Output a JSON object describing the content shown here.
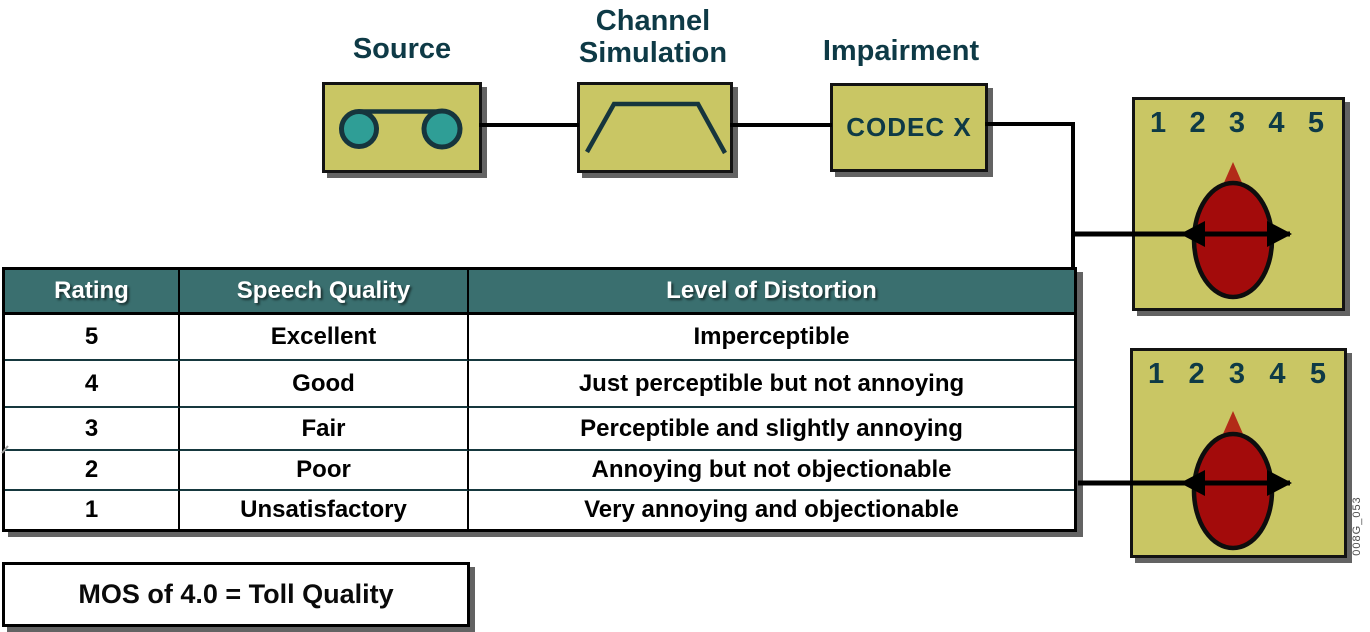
{
  "flow": {
    "source": {
      "label": "Source"
    },
    "channel": {
      "label_line1": "Channel",
      "label_line2": "Simulation"
    },
    "impairment": {
      "label": "Impairment",
      "codec": "CODEC X"
    }
  },
  "dial": {
    "scale": [
      "1",
      "2",
      "3",
      "4",
      "5"
    ]
  },
  "table": {
    "headers": [
      "Rating",
      "Speech Quality",
      "Level of Distortion"
    ],
    "rows": [
      [
        "5",
        "Excellent",
        "Imperceptible"
      ],
      [
        "4",
        "Good",
        "Just perceptible but not annoying"
      ],
      [
        "3",
        "Fair",
        "Perceptible and slightly annoying"
      ],
      [
        "2",
        "Poor",
        "Annoying but not objectionable"
      ],
      [
        "1",
        "Unsatisfactory",
        "Very annoying and objectionable"
      ]
    ]
  },
  "footer": {
    "note": "MOS of 4.0 = Toll Quality"
  },
  "watermark": "008G_053",
  "colors": {
    "box_fill": "#c9c664",
    "text_dark": "#0e3a46",
    "icon_dark": "#16353d",
    "circle_teal": "#2f9e96",
    "header_teal": "#3a6f6f",
    "dial_red": "#a30b0b",
    "pointer_red": "#b22b18"
  }
}
